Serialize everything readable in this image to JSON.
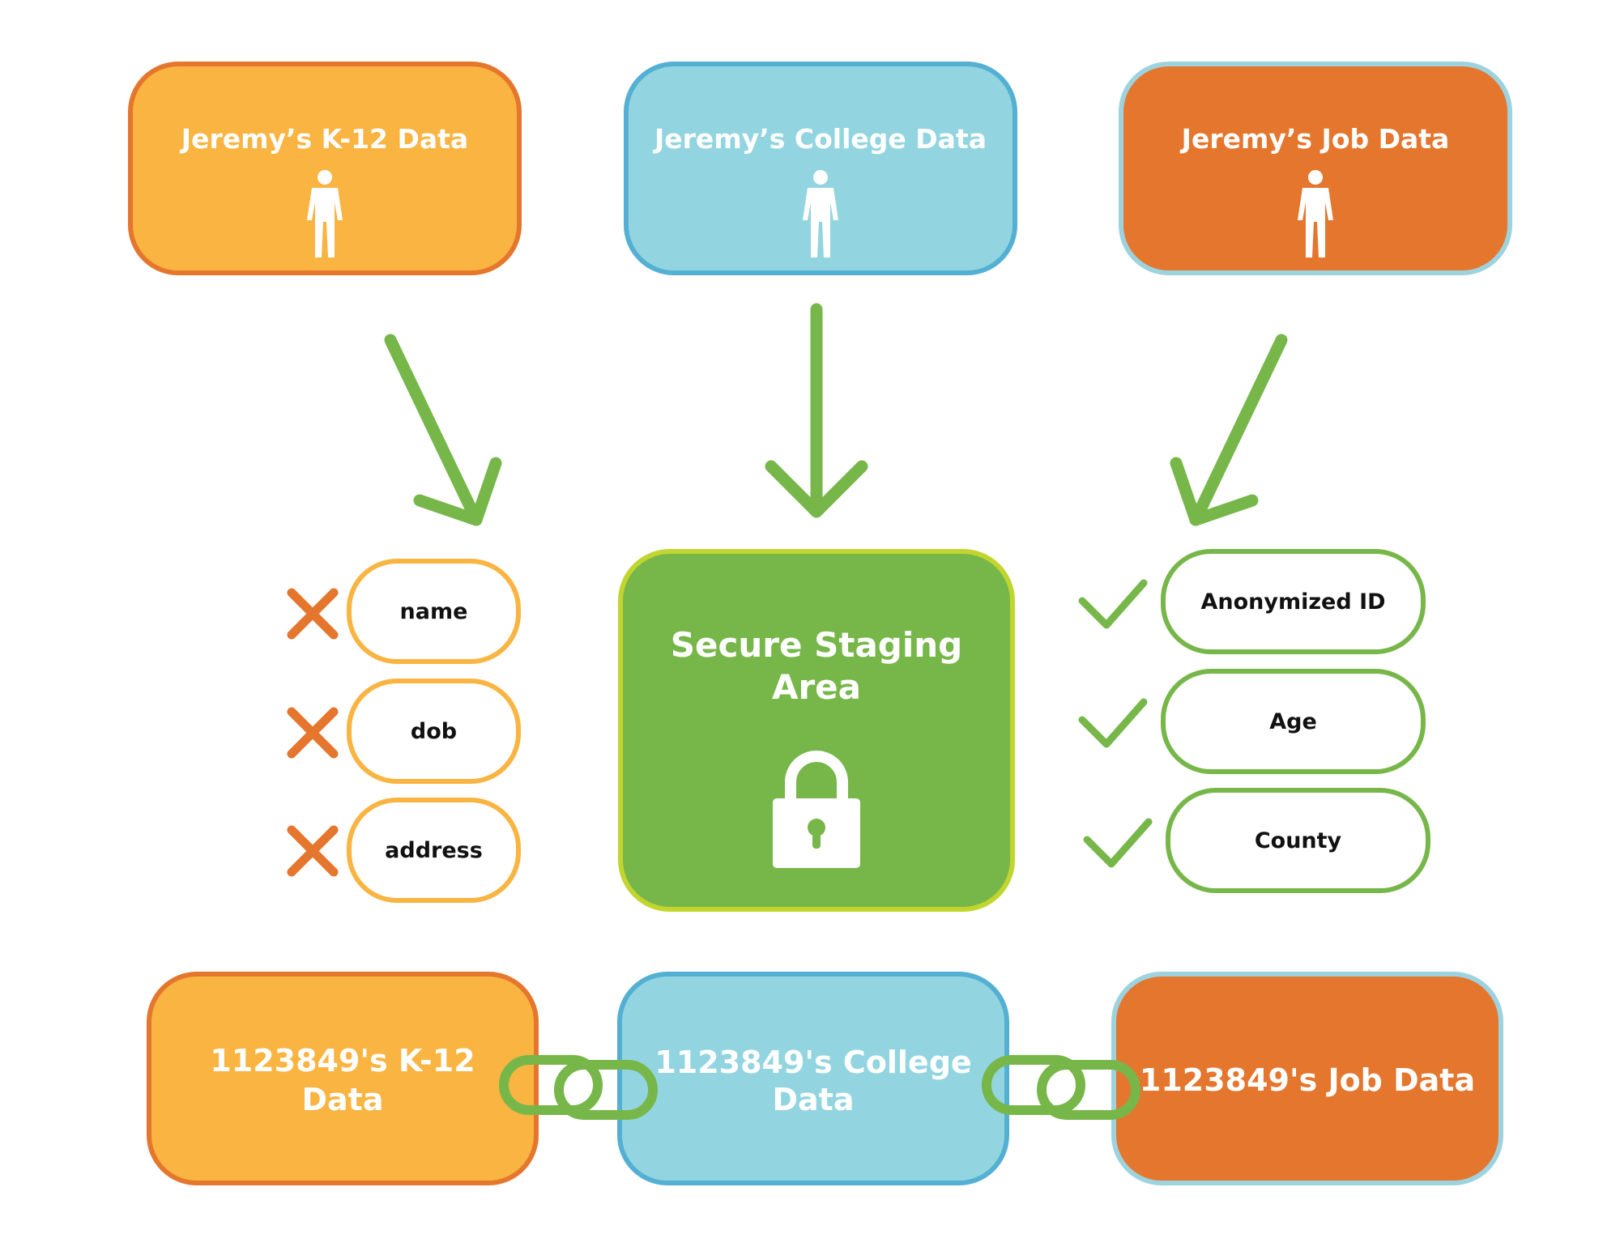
{
  "colors": {
    "yellow": "#f9b441",
    "yellow_border": "#e5762e",
    "blue": "#92d5e0",
    "blue_border": "#54b0d3",
    "orange": "#e5762e",
    "orange_border": "#9dd3df",
    "green": "#77b74a",
    "green_border": "#c2d52f",
    "red_x": "#e5762e"
  },
  "sources": [
    {
      "label": "Jeremy’s K-12 Data",
      "icon": "person-icon"
    },
    {
      "label": "Jeremy’s College Data",
      "icon": "person-icon"
    },
    {
      "label": "Jeremy’s Job Data",
      "icon": "person-icon"
    }
  ],
  "staging": {
    "title_line1": "Secure Staging",
    "title_line2": "Area",
    "icon": "lock-icon"
  },
  "removed_fields": [
    "name",
    "dob",
    "address"
  ],
  "kept_fields": [
    "Anonymized ID",
    "Age",
    "County"
  ],
  "outputs": [
    {
      "line1": "1123849's K-12",
      "line2": "Data"
    },
    {
      "line1": "1123849's College",
      "line2": "Data"
    },
    {
      "line1": "1123849's Job Data",
      "line2": ""
    }
  ]
}
